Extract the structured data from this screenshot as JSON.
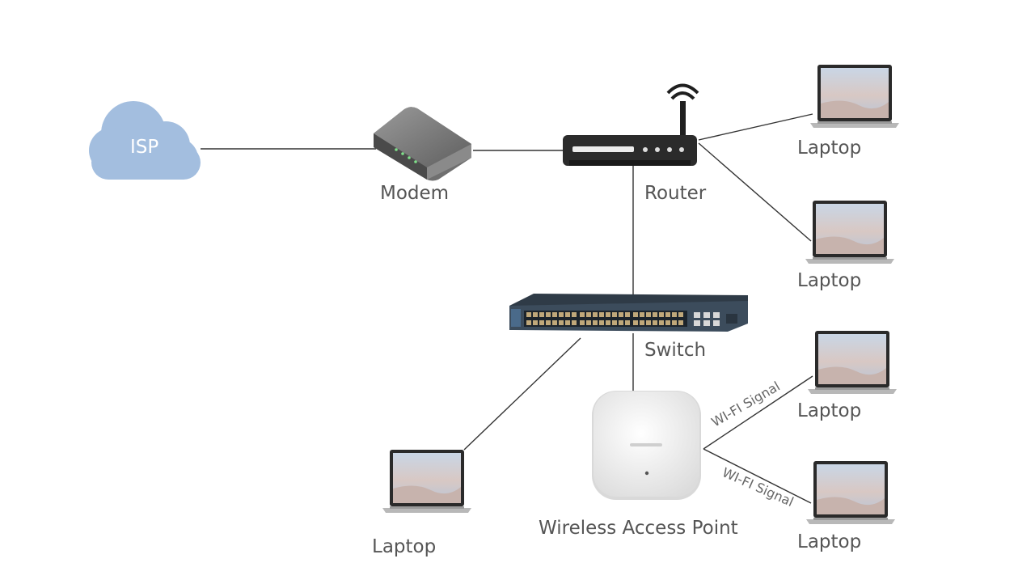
{
  "nodes": {
    "isp": {
      "label": "ISP"
    },
    "modem": {
      "label": "Modem"
    },
    "router": {
      "label": "Router"
    },
    "switch": {
      "label": "Switch"
    },
    "access_point": {
      "label": "Wireless Access Point"
    },
    "laptops": [
      {
        "label": "Laptop"
      },
      {
        "label": "Laptop"
      },
      {
        "label": "Laptop"
      },
      {
        "label": "Laptop"
      },
      {
        "label": "Laptop"
      }
    ]
  },
  "links": {
    "wifi_1": "WI-FI Signal",
    "wifi_2": "WI-FI Signal"
  },
  "colors": {
    "cloud": "#a3bedf",
    "line": "#333333",
    "label": "#555555",
    "router_body": "#2b2b2b",
    "switch_body": "#3c4c5c",
    "access_point": "#f2f2f2",
    "modem_body": "#7d7d7d"
  },
  "icons": {
    "isp": "cloud-icon",
    "modem": "modem-icon",
    "router": "router-icon",
    "switch": "switch-icon",
    "access_point": "access-point-icon",
    "laptop": "laptop-icon"
  }
}
